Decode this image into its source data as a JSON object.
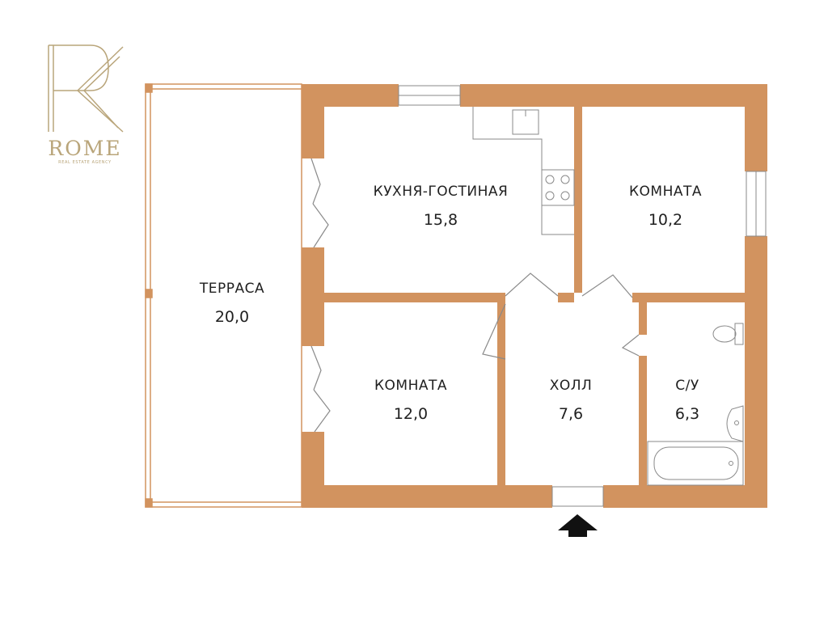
{
  "logo": {
    "text": "ROME",
    "subtitle": "REAL ESTATE AGENCY"
  },
  "rooms": [
    {
      "id": "terrace",
      "name": "ТЕРРАСА",
      "area": "20,0"
    },
    {
      "id": "kitchen",
      "name": "КУХНЯ-ГОСТИНАЯ",
      "area": "15,8"
    },
    {
      "id": "room1",
      "name": "КОМНАТА",
      "area": "10,2"
    },
    {
      "id": "room2",
      "name": "КОМНАТА",
      "area": "12,0"
    },
    {
      "id": "hall",
      "name": "ХОЛЛ",
      "area": "7,6"
    },
    {
      "id": "bath",
      "name": "С/У",
      "area": "6,3"
    }
  ],
  "colors": {
    "wall": "#d2935f",
    "fixture_line": "#8a8a8a",
    "logo": "#b9a57a",
    "text": "#1f1f1f"
  },
  "icons": {
    "entrance": "entrance-arrow-icon"
  }
}
